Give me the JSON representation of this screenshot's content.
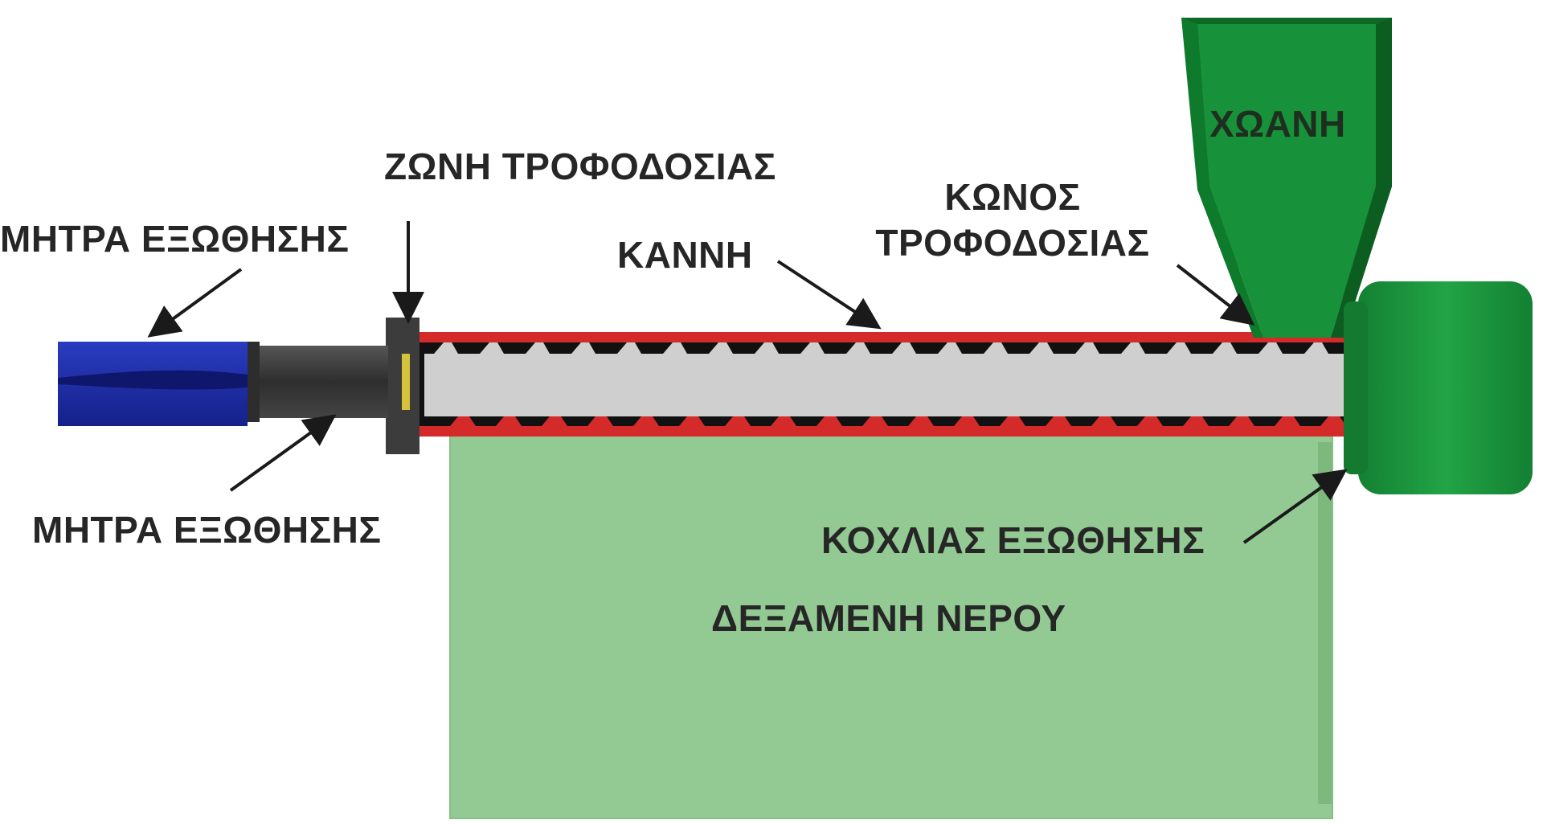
{
  "labels": {
    "die_top": "ΜΗΤΡΑ ΕΞΩΘΗΣΗΣ",
    "die_bottom": "ΜΗΤΡΑ ΕΞΩΘΗΣΗΣ",
    "feed_zone": "ΖΩΝΗ ΤΡΟΦΟΔΟΣΙΑΣ",
    "barrel": "ΚΑΝΝΗ",
    "feed_cone_line1": "ΚΩΝΟΣ",
    "feed_cone_line2": "ΤΡΟΦΟΔΟΣΙΑΣ",
    "hopper": "ΧΩΑΝΗ",
    "screw": "ΚΟΧΛΙΑΣ ΕΞΩΘΗΣΗΣ",
    "water_tank": "ΔΕΞΑΜΕΝΗ ΝΕΡΟΥ"
  },
  "colors": {
    "water_tank": "#93c993",
    "water_tank_edge": "#7db87d",
    "barrel_red": "#d42a2a",
    "screw_gray": "#cfcfcf",
    "die_blue": "#1f2fa8",
    "adapter_dark": "#3a3a3a",
    "hopper_green": "#17913a",
    "hopper_dark": "#0c6a25",
    "motor_green": "#1e9a3e",
    "text": "#262626",
    "arrow": "#1a1a1a"
  },
  "icons": {
    "arrow": "arrow-icon"
  }
}
